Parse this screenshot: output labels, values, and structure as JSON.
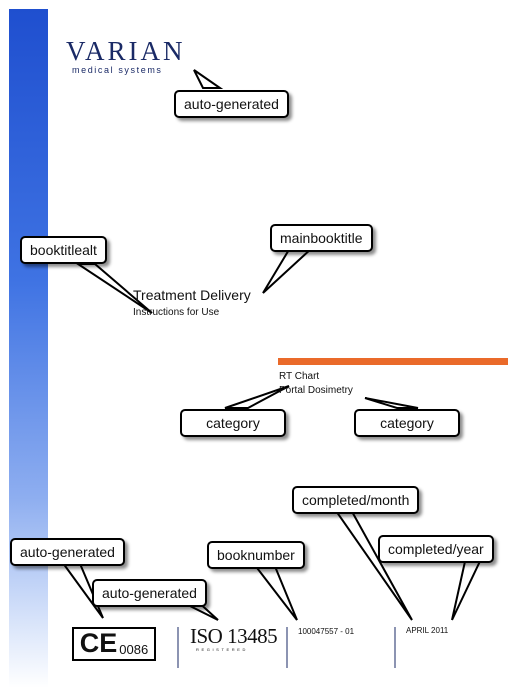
{
  "logo": {
    "brand": "VARIAN",
    "subtitle": "medical systems"
  },
  "title": {
    "main": "Treatment Delivery",
    "sub": "Instructions for Use"
  },
  "categories": [
    "RT Chart",
    "Portal Dosimetry"
  ],
  "book_number": "100047557 - 01",
  "date": "APRIL  2011",
  "ce_mark": {
    "mark": "CE",
    "number": "0086"
  },
  "iso_mark": {
    "text": "ISO 13485",
    "registered": "REGISTERED"
  },
  "callouts": {
    "logo": "auto-generated",
    "booktitlealt": "booktitlealt",
    "mainbooktitle": "mainbooktitle",
    "category_1": "category",
    "category_2": "category",
    "completed_month": "completed/month",
    "completed_year": "completed/year",
    "booknumber": "booknumber",
    "ce": "auto-generated",
    "iso": "auto-generated"
  },
  "colors": {
    "blue_bar": "#1f4fcf",
    "orange_rule": "#ea6a2a",
    "logo_navy": "#1a2a66"
  }
}
